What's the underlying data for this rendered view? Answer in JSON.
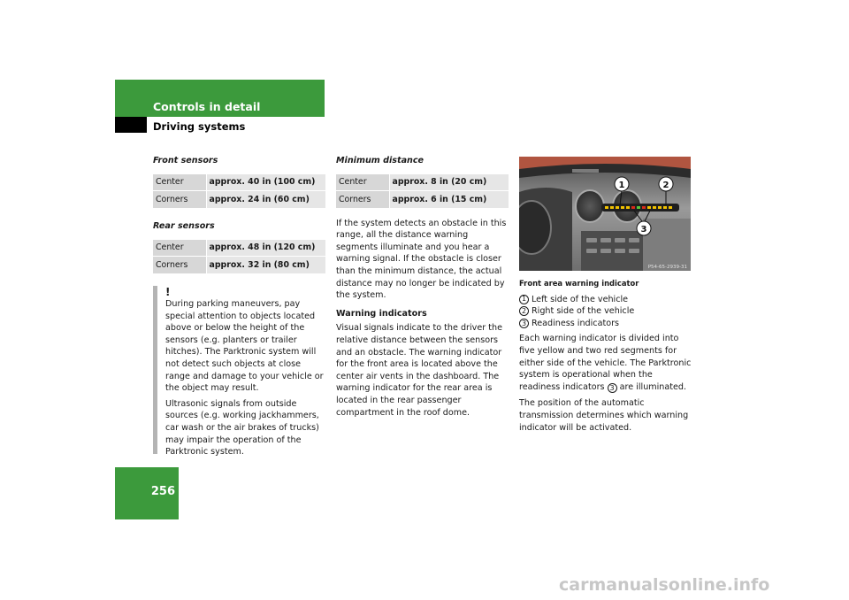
{
  "header": {
    "section": "Controls in detail",
    "subsection": "Driving systems"
  },
  "page_number": "256",
  "front_sensors": {
    "title": "Front sensors",
    "rows": [
      {
        "label": "Center",
        "value": "approx. 40 in (100 cm)"
      },
      {
        "label": "Corners",
        "value": "approx. 24 in (60 cm)"
      }
    ]
  },
  "rear_sensors": {
    "title": "Rear sensors",
    "rows": [
      {
        "label": "Center",
        "value": "approx. 48 in (120 cm)"
      },
      {
        "label": "Corners",
        "value": "approx. 32 in (80 cm)"
      }
    ]
  },
  "warning_note": {
    "symbol": "!",
    "paragraphs": [
      "During parking maneuvers, pay special attention to objects located above or below the height of the sensors (e.g. planters or trailer hitches). The Parktronic system will not detect such objects at close range and damage to your vehicle or the object may result.",
      "Ultrasonic signals from outside sources (e.g. working jackhammers, car wash or the air brakes of trucks) may impair the operation of the Parktronic system."
    ]
  },
  "minimum_distance": {
    "title": "Minimum distance",
    "rows": [
      {
        "label": "Center",
        "value": "approx. 8 in (20 cm)"
      },
      {
        "label": "Corners",
        "value": "approx. 6 in (15 cm)"
      }
    ],
    "body": "If the system detects an obstacle in this range, all the distance warning segments illuminate and you hear a warning signal. If the obstacle is closer than the minimum distance, the actual distance may no longer be indicated by the system."
  },
  "warning_indicators": {
    "title": "Warning indicators",
    "body": "Visual signals indicate to the driver the relative distance between the sensors and an obstacle. The warning indicator for the front area is located above the center air vents in the dashboard. The warning indicator for the rear area is located in the rear passenger compartment in the roof dome."
  },
  "figure": {
    "photo_code": "P54-65-2939-31",
    "callouts": [
      "1",
      "2",
      "3"
    ],
    "caption": "Front area warning indicator",
    "legend": [
      {
        "num": "1",
        "text": "Left side of the vehicle"
      },
      {
        "num": "2",
        "text": "Right side of the vehicle"
      },
      {
        "num": "3",
        "text": "Readiness indicators"
      }
    ]
  },
  "right_text": {
    "p1_before": "Each warning indicator is divided into five yellow and two red segments for either side of the vehicle. The Parktronic system is operational when the readiness indicators",
    "p1_ref": "3",
    "p1_after": "are illuminated.",
    "p2": "The position of the automatic transmission determines which warning indicator will be activated."
  },
  "watermark": "carmanualsonline.info"
}
